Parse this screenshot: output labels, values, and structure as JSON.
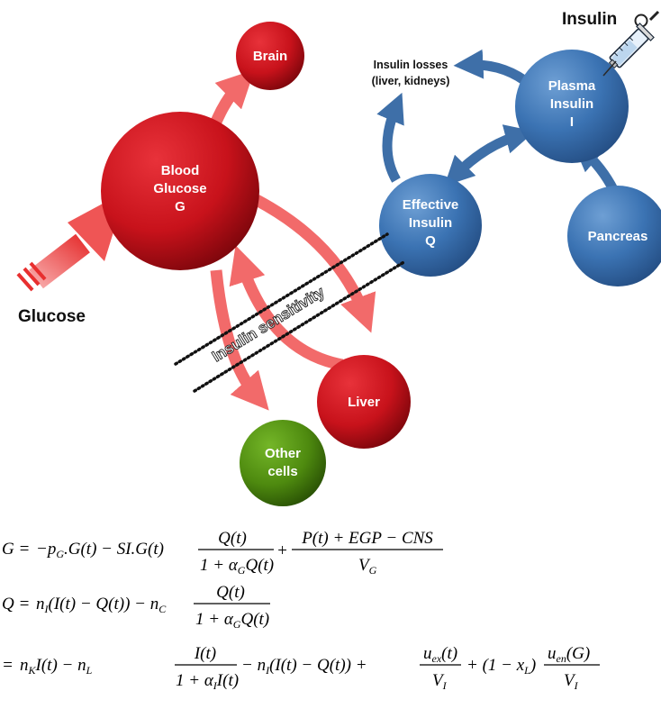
{
  "nodes": {
    "brain": [
      "Brain"
    ],
    "blood_glucose": [
      "Blood",
      "Glucose",
      "G"
    ],
    "liver": [
      "Liver"
    ],
    "other_cells": [
      "Other",
      "cells"
    ],
    "effective_insulin": [
      "Effective",
      "Insulin",
      "Q"
    ],
    "plasma_insulin": [
      "Plasma",
      "Insulin",
      "I"
    ],
    "pancreas": [
      "Pancreas"
    ]
  },
  "labels": {
    "glucose": "Glucose",
    "insulin": "Insulin",
    "insulin_losses": [
      "Insulin losses",
      "(liver, kidneys)"
    ],
    "insulin_sensitivity": "Insulin sensitivity"
  },
  "colors": {
    "red_node": "#c8121b",
    "red_arrow": "#f05e5e",
    "blue_node": "#3b73b3",
    "blue_arrow": "#3e6fa8",
    "green_node": "#4e8a0f"
  },
  "equations": {
    "eq1": {
      "lhs": "G =",
      "term1": "−p",
      "term1_sub": "G",
      "term2": ".G(t) − SI.G(t)",
      "frac1_num": "Q(t)",
      "frac1_den": "1 + α",
      "frac1_den_sub": "G",
      "frac1_den_end": "Q(t)",
      "plus": "+",
      "frac2_num": "P(t) + EGP − CNS",
      "frac2_den": "V",
      "frac2_den_sub": "G"
    },
    "eq2": {
      "lhs": "Q =",
      "term1": "n",
      "term1_sub": "I",
      "term2": "(I(t) − Q(t)) − n",
      "term2_sub": "C",
      "frac_num": "Q(t)",
      "frac_den": "1 + α",
      "frac_den_sub": "G",
      "frac_den_end": "Q(t)"
    },
    "eq3": {
      "lhs": "=",
      "t1": "n",
      "t1_sub": "K",
      "t2": "I(t) − n",
      "t2_sub": "L",
      "f1_num": "I(t)",
      "f1_den": "1 + α",
      "f1_den_sub": "I",
      "f1_den_end": "I(t)",
      "t3": "− n",
      "t3_sub": "I",
      "t4": "(I(t) − Q(t)) +",
      "f2_num": "u",
      "f2_num_sub": "ex",
      "f2_num_end": "(t)",
      "f2_den": "V",
      "f2_den_sub": "I",
      "t5": "+ (1 − x",
      "t5_sub": "L",
      "t5_end": ")",
      "f3_num": "u",
      "f3_num_sub": "en",
      "f3_num_end": "(G)",
      "f3_den": "V",
      "f3_den_sub": "I"
    }
  }
}
